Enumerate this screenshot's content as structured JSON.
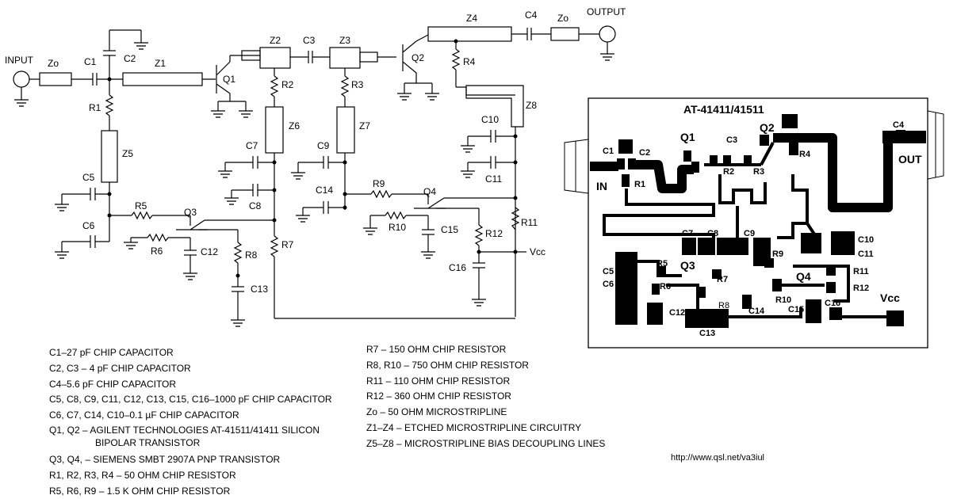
{
  "schematic": {
    "input": "INPUT",
    "output": "OUTPUT",
    "zo": "Zo",
    "vcc": "Vcc",
    "transistors": [
      "Q1",
      "Q2",
      "Q3",
      "Q4"
    ],
    "capacitors": [
      "C1",
      "C2",
      "C3",
      "C4",
      "C5",
      "C6",
      "C7",
      "C8",
      "C9",
      "C10",
      "C11",
      "C12",
      "C13",
      "C14",
      "C15",
      "C16"
    ],
    "resistors": [
      "R1",
      "R2",
      "R3",
      "R4",
      "R5",
      "R6",
      "R7",
      "R8",
      "R9",
      "R10",
      "R11",
      "R12"
    ],
    "lines": [
      "Z1",
      "Z2",
      "Z3",
      "Z4",
      "Z5",
      "Z6",
      "Z7",
      "Z8"
    ]
  },
  "pcb": {
    "title": "AT-41411/41511",
    "in": "IN",
    "out": "OUT",
    "vcc": "Vcc"
  },
  "legend_left": [
    "C1–27 pF CHIP CAPACITOR",
    "C2, C3 – 4 pF CHIP CAPACITOR",
    "C4–5.6 pF CHIP CAPACITOR",
    "C5, C8, C9, C11, C12, C13, C15, C16–1000 pF CHIP CAPACITOR",
    "C6, C7, C14, C10–0.1 µF CHIP CAPACITOR",
    "Q1, Q2 – AGILENT TECHNOLOGIES AT-41511/41411 SILICON",
    "BIPOLAR TRANSISTOR",
    "Q3, Q4, – SIEMENS SMBT 2907A PNP TRANSISTOR",
    "R1, R2, R3, R4 – 50 OHM CHIP RESISTOR",
    "R5, R6, R9 – 1.5 K OHM CHIP RESISTOR"
  ],
  "legend_right": [
    "R7 – 150 OHM CHIP RESISTOR",
    "R8, R10 – 750 OHM CHIP RESISTOR",
    "R11 – 110 OHM CHIP RESISTOR",
    "R12 – 360 OHM CHIP RESISTOR",
    "Zo – 50 OHM MICROSTRIPLINE",
    "Z1–Z4 – ETCHED MICROSTRIPLINE CIRCUITRY",
    "Z5–Z8 – MICROSTRIPLINE BIAS DECOUPLING LINES"
  ],
  "url": "http://www.qsl.net/va3iul"
}
